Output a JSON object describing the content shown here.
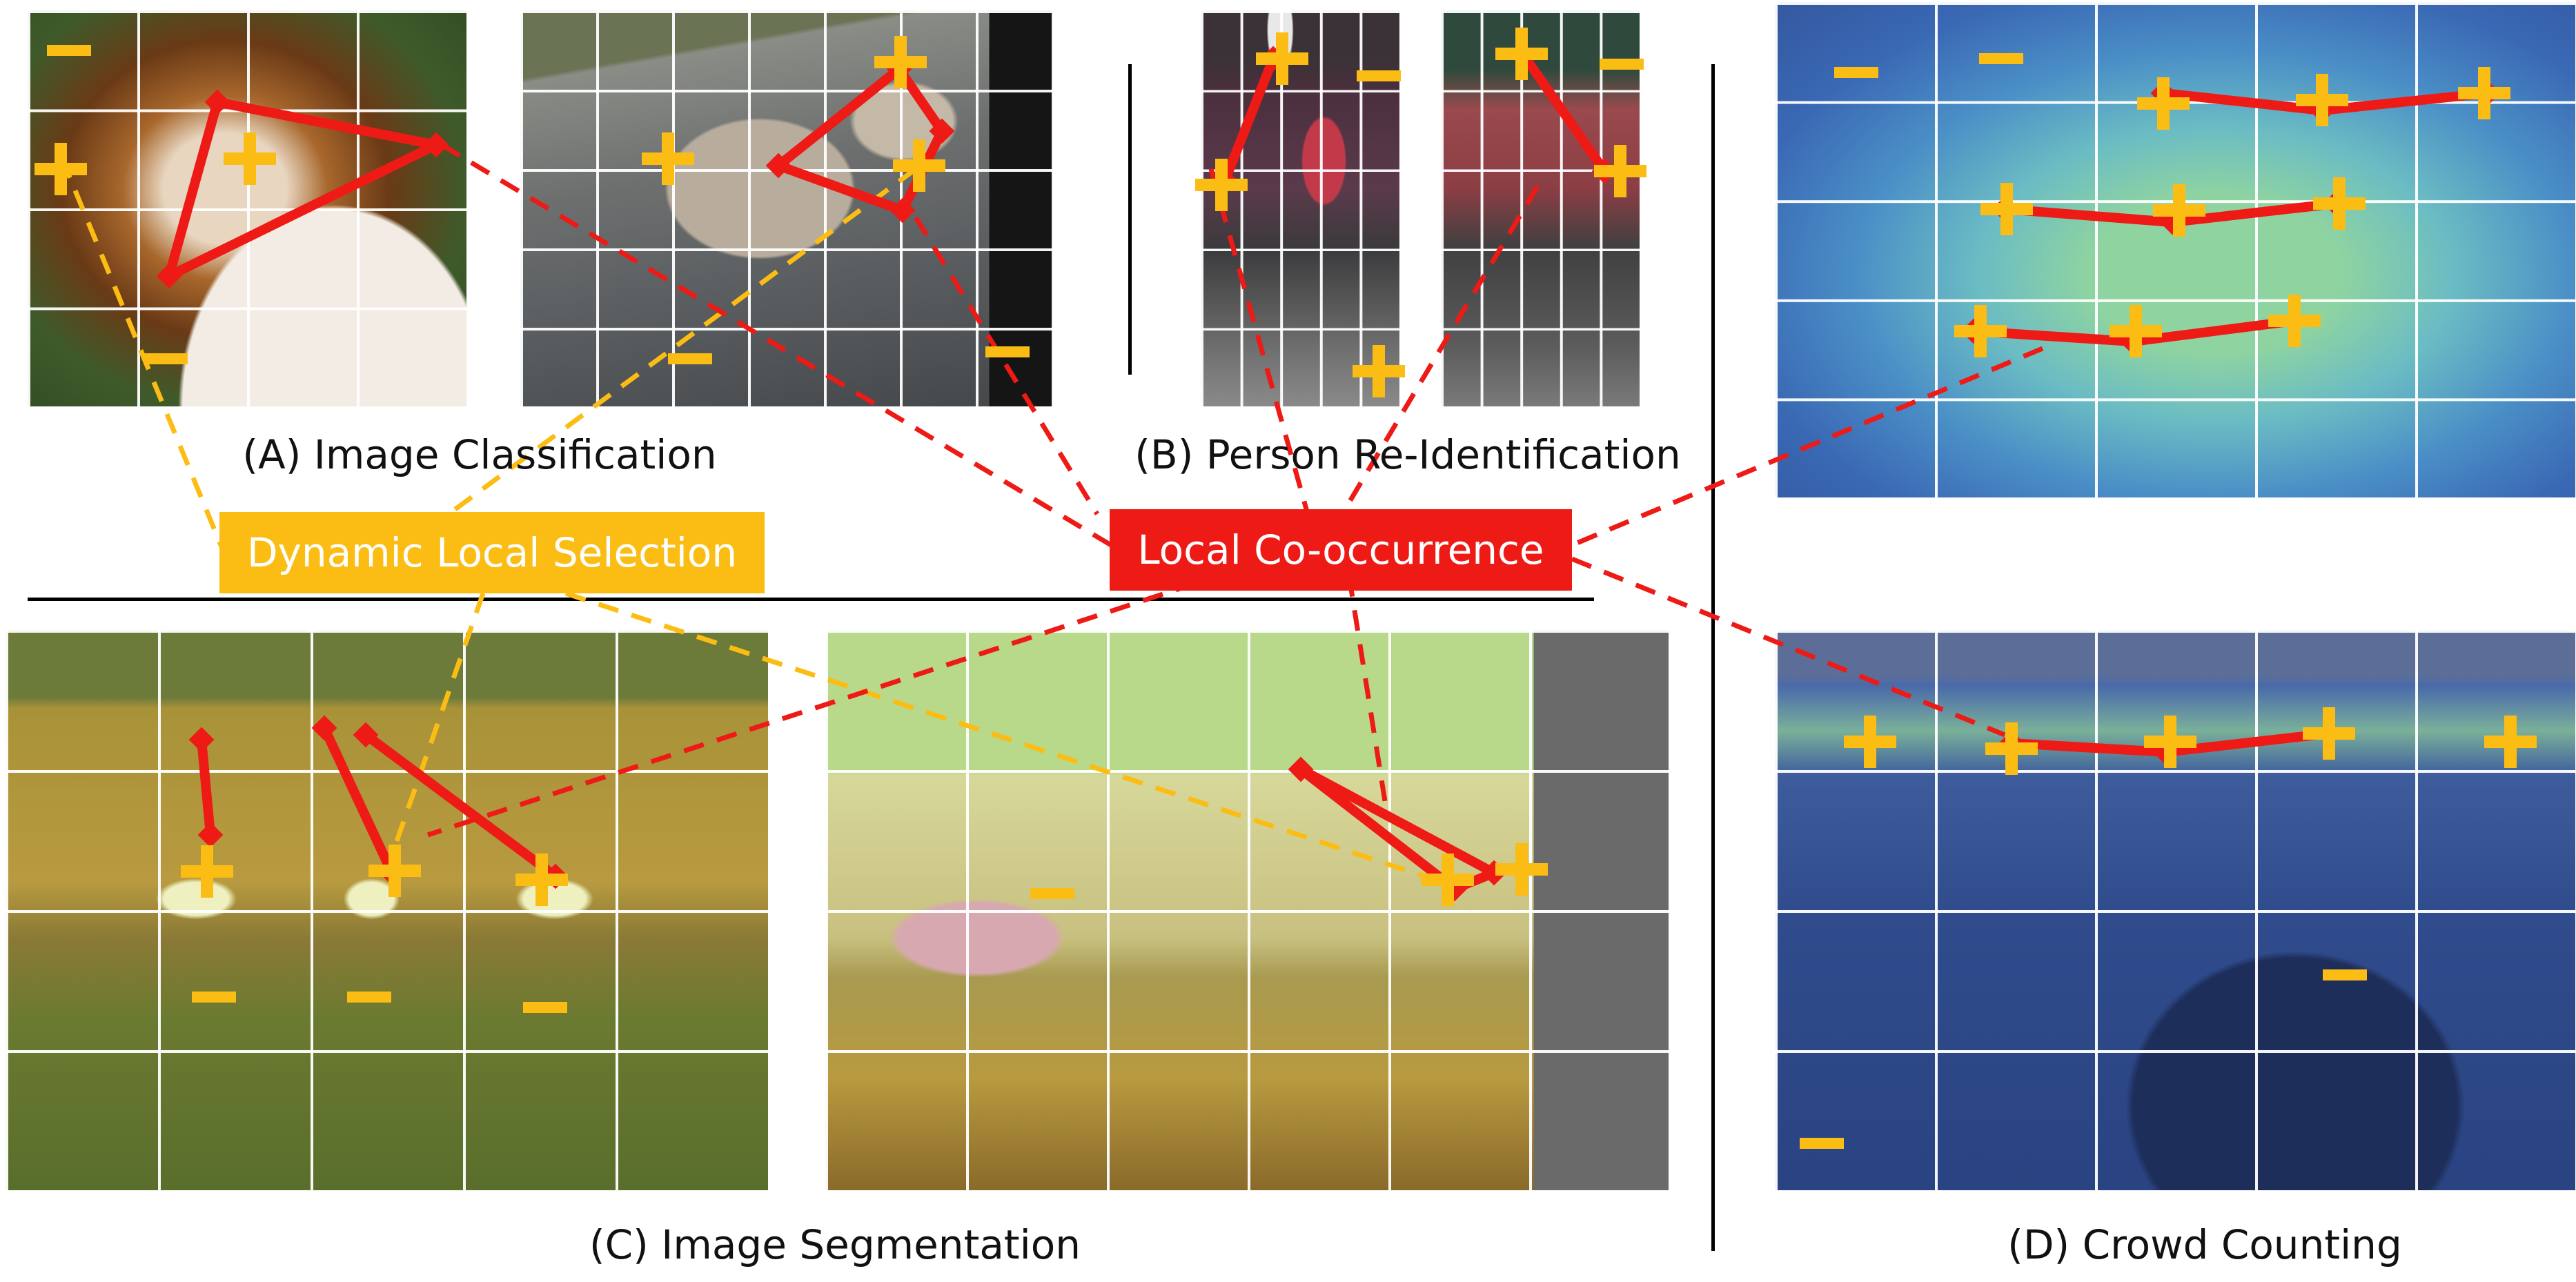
{
  "captions": {
    "a": "(A) Image Classification",
    "b": "(B) Person Re-Identification",
    "c": "(C) Image Segmentation",
    "d": "(D) Crowd Counting"
  },
  "labels": {
    "dynamic_local_selection": "Dynamic Local Selection",
    "local_co_occurrence": "Local Co-occurrence"
  },
  "colors": {
    "yellow": "#fbbd14",
    "red": "#ee1a16",
    "grid": "#ffffff",
    "crowd_overlay": "#2f56a8"
  },
  "icons": {
    "plus": "plus-icon",
    "minus": "minus-icon"
  }
}
